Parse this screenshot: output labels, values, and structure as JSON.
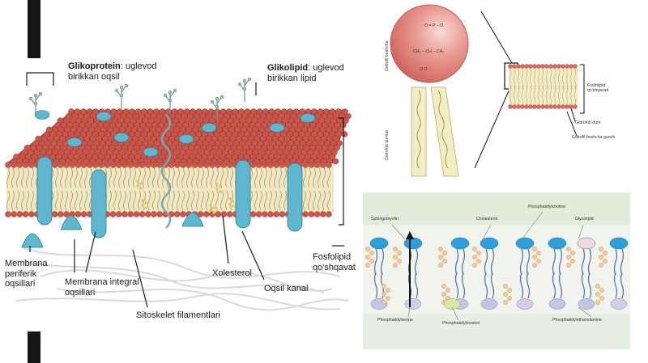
{
  "main_diagram": {
    "glikoprotein_title": "Glikoprotein",
    "glikoprotein_desc_line1": ": uglevod",
    "glikoprotein_desc_line2": "birikkan oqsil",
    "glikolipid_title": "Glikolipid",
    "glikolipid_desc_line1": ": uglevod",
    "glikolipid_desc_line2": "birikkan lipid",
    "fosfolipid_line1": "Fosfolipid",
    "fosfolipid_line2": "qo'shqavat",
    "membrana_periferik_line1": "Membrana",
    "membrana_periferik_line2": "periferik",
    "membrana_periferik_line3": "oqsillari",
    "membrana_integral_line1": "Membrana integral",
    "membrana_integral_line2": "oqsillari",
    "xolesterol": "Xolesterol",
    "oqsil_kanal": "Oqsil kanal",
    "sitoskelet": "Sitoskelet filamentlari"
  },
  "head_diagram": {
    "gidrofil_boshcha": "Gidrofil boshcha",
    "gidrofob_dumlar": "Gidrofob dumlar",
    "fosfolipid_line1": "Fosfolipid",
    "fosfolipid_line2": "qo'shqavati",
    "gidrofob_dum": "Gidrofob dum",
    "gidrofil_boshcha_guruhi": "Gidrofil boshcha guruhi",
    "formula_top": "O = P − O",
    "formula_mid": "CH₂ − CH − CH₂",
    "formula_bottom": "O    O"
  },
  "layer_diagram": {
    "sphingomyelin": "Sphingomyelin",
    "cholesterol": "Cholesterol",
    "phosphatidylcholine": "Phosphatidylcholine",
    "glycolipid": "Glycolipid",
    "phosphatidylserine": "Phosphatidylserine",
    "phosphatidylinositol": "Phosphatidylinositol",
    "phosphatidylethanolamine": "Phosphatidylethanolamine"
  },
  "colors": {
    "head_red": "#c9574c",
    "channel_blue": "#5fb7cf",
    "tail_olive": "#a9994e",
    "slide_bar": "#151515",
    "layer_head_blue": "#2e9fd8",
    "cholesterol_peach": "#f2c79e"
  }
}
